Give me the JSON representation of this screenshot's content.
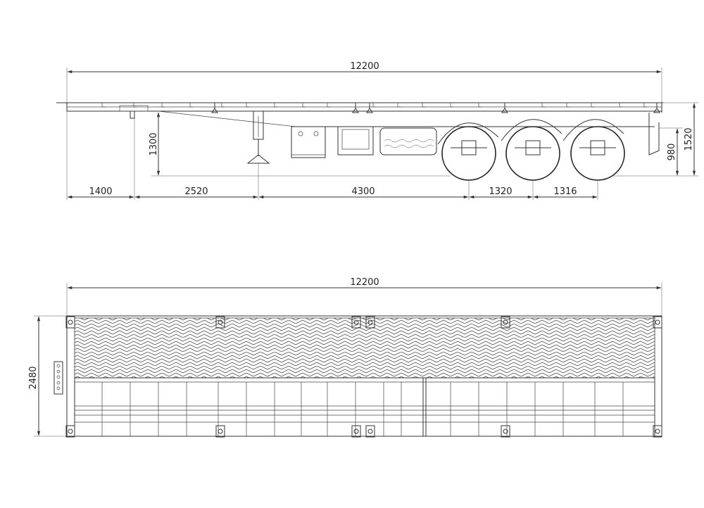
{
  "side_view": {
    "overall_length": "12200",
    "king_pin_offset": "1400",
    "pin_to_landing_gear": "2520",
    "landing_gear_to_first_axle": "4300",
    "axle_spacing_1": "1320",
    "axle_spacing_2": "1316",
    "coupling_height": "1300",
    "rear_height": "980",
    "deck_height": "1520"
  },
  "top_view": {
    "overall_length": "12200",
    "overall_width": "2480"
  },
  "colors": {
    "line": "#333333",
    "background": "#ffffff"
  }
}
